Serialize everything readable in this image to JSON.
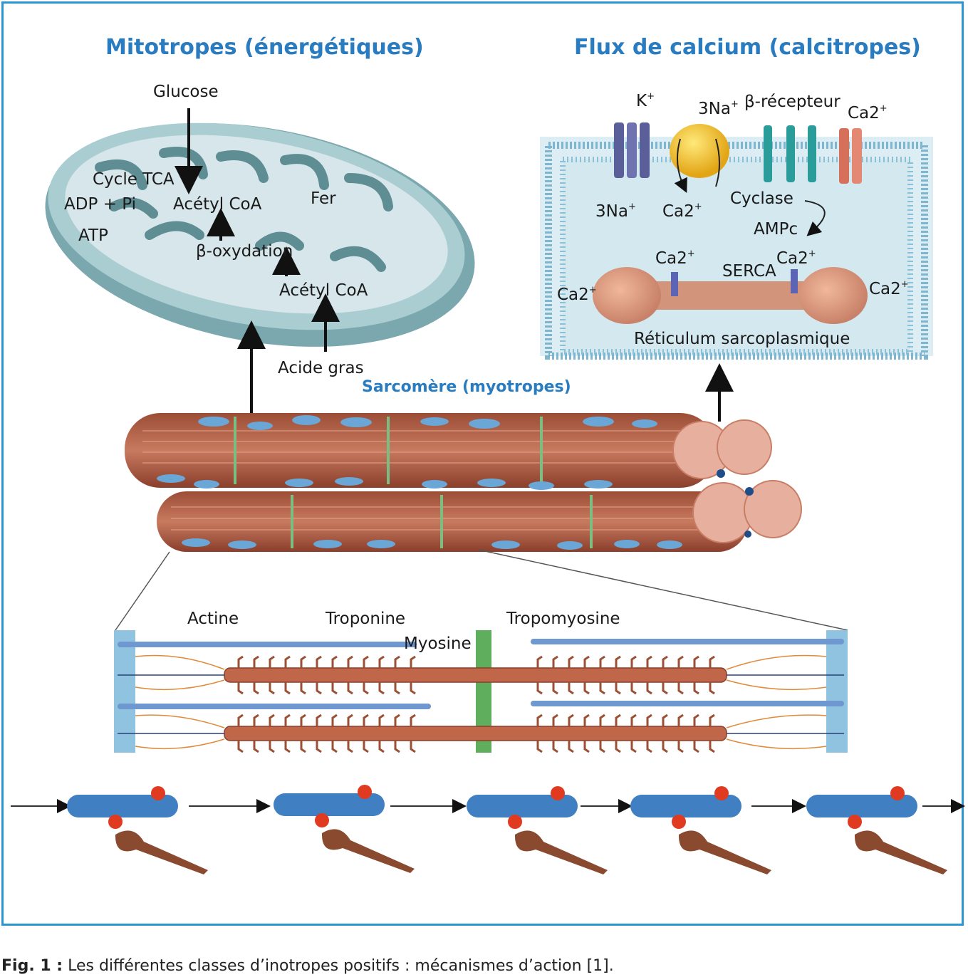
{
  "titles": {
    "mito": "Mitotropes (énergétiques)",
    "calcium": "Flux de calcium (calcitropes)",
    "sarcomere": "Sarcomère (myotropes)"
  },
  "mito_labels": {
    "glucose": "Glucose",
    "cycle_tca": "Cycle TCA",
    "adp_pi": "ADP + Pi",
    "acetyl_coa_1": "Acétyl CoA",
    "fer": "Fer",
    "atp": "ATP",
    "beta_oxydation": "β-oxydation",
    "acetyl_coa_2": "Acétyl CoA",
    "acide_gras": "Acide gras"
  },
  "calcium_labels": {
    "k": "K",
    "k_sup": "+",
    "na_top": "3Na",
    "na_top_sup": "+",
    "beta_recepteur": "β-récepteur",
    "ca_top_right": "Ca2",
    "ca_top_right_sup": "+",
    "na_bottom": "3Na",
    "na_bottom_sup": "+",
    "ca_bottom": "Ca2",
    "ca_bottom_sup": "+",
    "cyclase": "Cyclase",
    "ampc": "AMPc",
    "ca_sr_left": "Ca2",
    "ca_sr_left_sup": "+",
    "serca": "SERCA",
    "ca_sr_right": "Ca2",
    "ca_sr_right_sup": "+",
    "ca_left": "Ca2",
    "ca_left_sup": "+",
    "ca_right": "Ca2",
    "ca_right_sup": "+",
    "reticulum": "Réticulum sarcoplasmique"
  },
  "sarcomere_labels": {
    "actine": "Actine",
    "troponine": "Troponine",
    "myosine": "Myosine",
    "tropomyosine": "Tropomyosine"
  },
  "caption": {
    "prefix": "Fig. 1 :",
    "text": " Les différentes classes d’inotropes positifs : mécanismes d’action [1]."
  },
  "colors": {
    "title_blue": "#2a7cc0",
    "frame_blue": "#2b96d3",
    "muscle": "#b5644a",
    "mito_outer": "#8fb9be",
    "cell_fill": "#dcefF4"
  }
}
